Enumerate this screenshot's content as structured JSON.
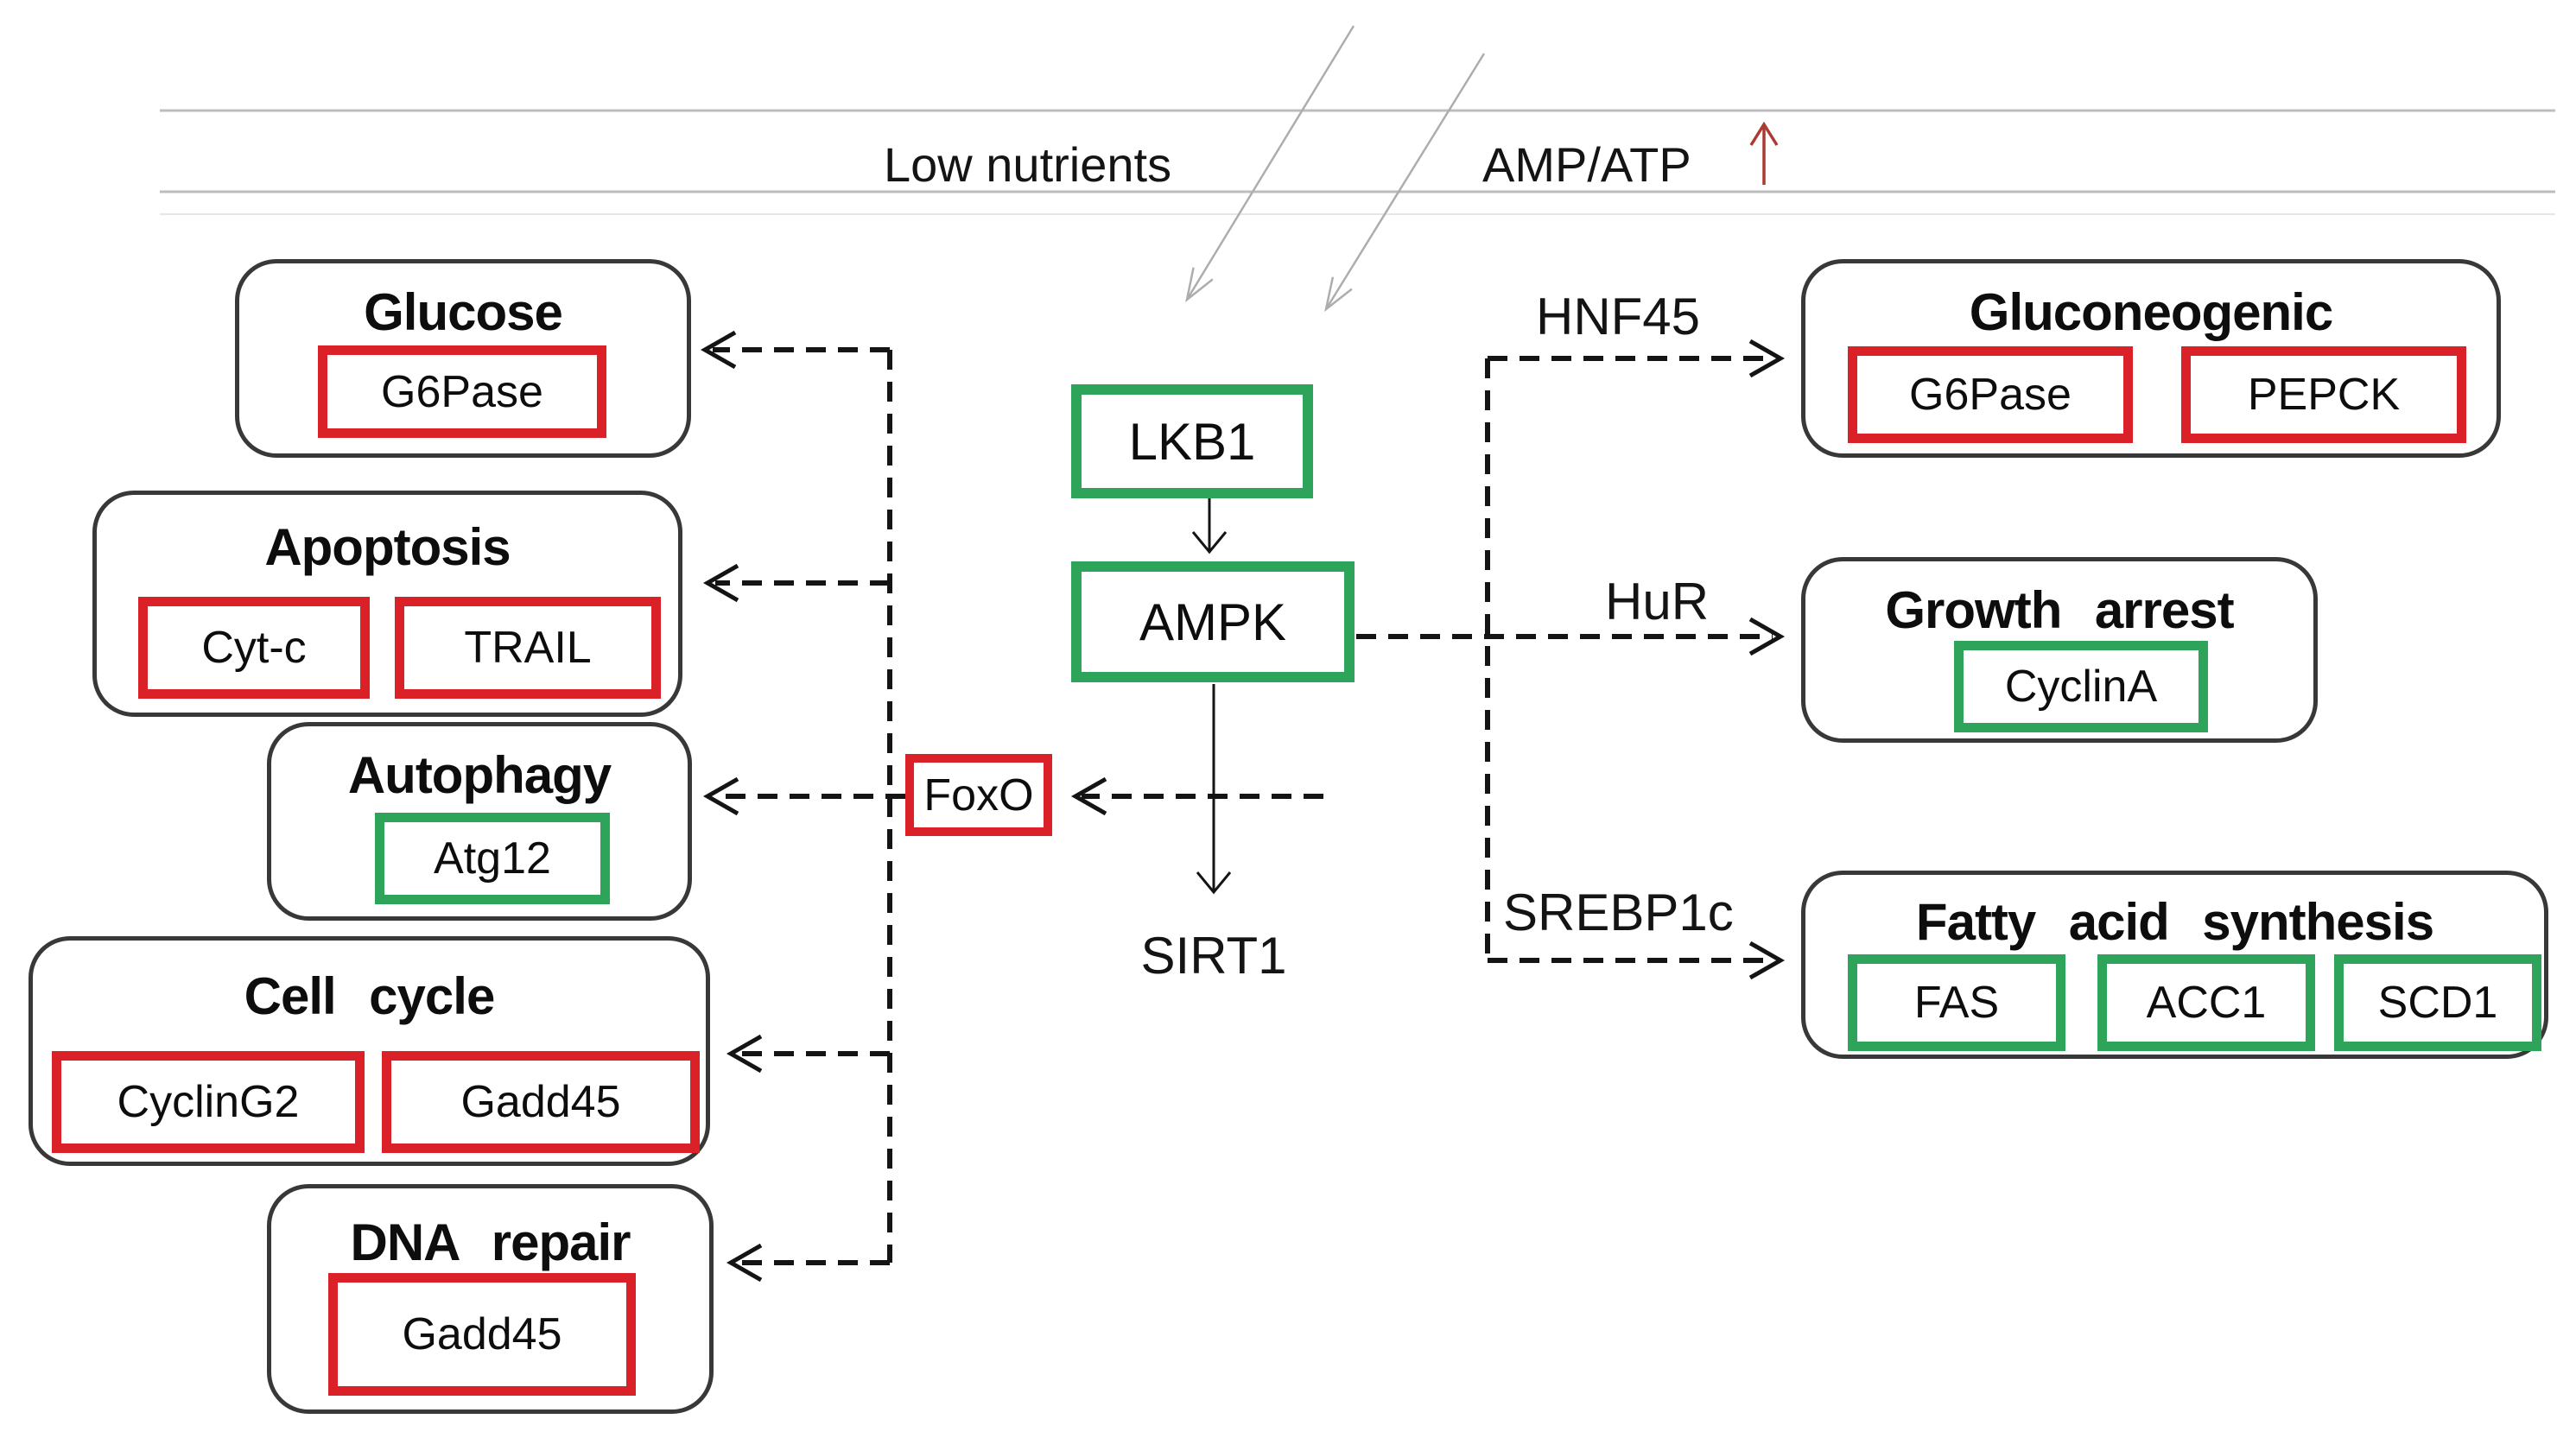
{
  "colors": {
    "green": "#2ea35a",
    "red": "#d92127",
    "arrow_red": "#ab3a33",
    "wire_gray": "#adadad",
    "rule_gray": "#bdbdbd"
  },
  "header": {
    "low_nutrients": "Low nutrients",
    "amp_atp_label": "AMP/ATP"
  },
  "center": {
    "lkb1": "LKB1",
    "ampk": "AMPK",
    "sirt1": "SIRT1",
    "foxo": "FoxO"
  },
  "left_panels": [
    {
      "title": "Glucose",
      "genes": [
        {
          "label": "G6Pase",
          "state": "repressed-red"
        }
      ]
    },
    {
      "title": "Apoptosis",
      "genes": [
        {
          "label": "Cyt-c",
          "state": "repressed-red"
        },
        {
          "label": "TRAIL",
          "state": "repressed-red"
        }
      ]
    },
    {
      "title": "Autophagy",
      "genes": [
        {
          "label": "Atg12",
          "state": "induced-green"
        }
      ]
    },
    {
      "title": "Cell cycle",
      "genes": [
        {
          "label": "CyclinG2",
          "state": "repressed-red"
        },
        {
          "label": "Gadd45",
          "state": "repressed-red"
        }
      ]
    },
    {
      "title": "DNA repair",
      "genes": [
        {
          "label": "Gadd45",
          "state": "repressed-red"
        }
      ]
    }
  ],
  "right_panels": [
    {
      "mediator": "HNF45",
      "title": "Gluconeogenic",
      "genes": [
        {
          "label": "G6Pase",
          "state": "repressed-red"
        },
        {
          "label": "PEPCK",
          "state": "repressed-red"
        }
      ]
    },
    {
      "mediator": "HuR",
      "title": "Growth arrest",
      "genes": [
        {
          "label": "CyclinA",
          "state": "induced-green"
        }
      ]
    },
    {
      "mediator": "SREBP1c",
      "title": "Fatty acid synthesis",
      "genes": [
        {
          "label": "FAS",
          "state": "induced-green"
        },
        {
          "label": "ACC1",
          "state": "induced-green"
        },
        {
          "label": "SCD1",
          "state": "induced-green"
        }
      ]
    }
  ]
}
